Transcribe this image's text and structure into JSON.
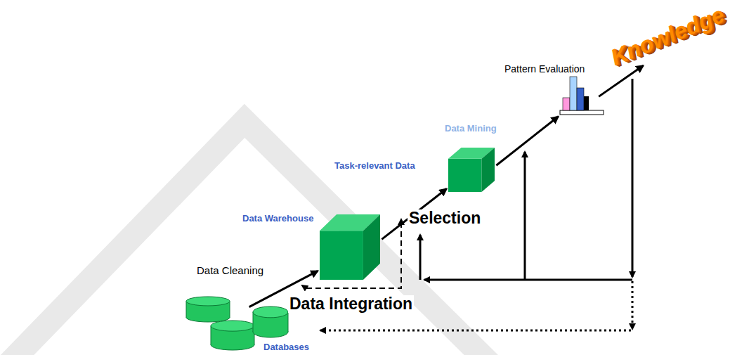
{
  "diagram": {
    "nodes": [
      {
        "text": [
          "Databases"
        ]
      },
      {
        "text": [
          "Data Warehouse"
        ]
      },
      {
        "text": [
          "Task-relevant Data"
        ]
      },
      {
        "text": [
          "Pattern Evaluation"
        ]
      },
      {
        "text": [
          "Knowledge"
        ]
      }
    ],
    "edges": [
      {
        "from": 0,
        "to": 1,
        "arrow": "to",
        "label": "Data Cleaning"
      },
      {
        "from": 1,
        "to": 2,
        "arrow": "to"
      },
      {
        "from": 2,
        "to": 3,
        "arrow": "to",
        "label": "Data Mining"
      },
      {
        "from": 3,
        "to": 4,
        "arrow": "to"
      }
    ],
    "labels": [
      "Selection",
      "Data Integration"
    ]
  }
}
